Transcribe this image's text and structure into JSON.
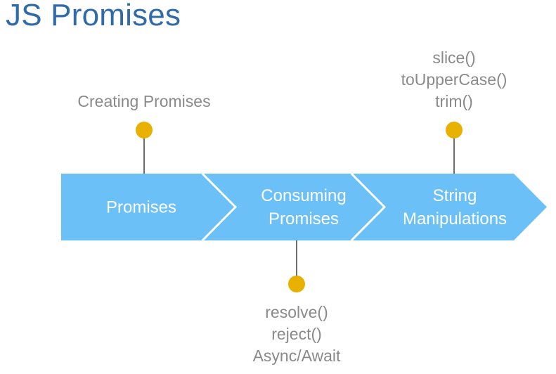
{
  "title": "JS Promises",
  "colors": {
    "title": "#2f6aa9",
    "arrow_fill": "#6bc1f7",
    "arrow_separator": "#ffffff",
    "stage_text": "#ffffff",
    "connector": "#3d3d3d",
    "marker": "#e8b100",
    "note_text": "#8a8a8a"
  },
  "stages": [
    {
      "name": "stage-promises",
      "lines": [
        "Promises"
      ]
    },
    {
      "name": "stage-consuming-promises",
      "lines": [
        "Consuming",
        "Promises"
      ]
    },
    {
      "name": "stage-string-manipulations",
      "lines": [
        "String",
        "Manipulations"
      ]
    }
  ],
  "notes": [
    {
      "name": "note-creating-promises",
      "stage": 0,
      "position": "above",
      "lines": [
        "Creating Promises"
      ]
    },
    {
      "name": "note-consuming-methods",
      "stage": 1,
      "position": "below",
      "lines": [
        "resolve()",
        "reject()",
        "Async/Await"
      ]
    },
    {
      "name": "note-string-methods",
      "stage": 2,
      "position": "above",
      "lines": [
        "slice()",
        "toUpperCase()",
        "trim()"
      ]
    }
  ]
}
